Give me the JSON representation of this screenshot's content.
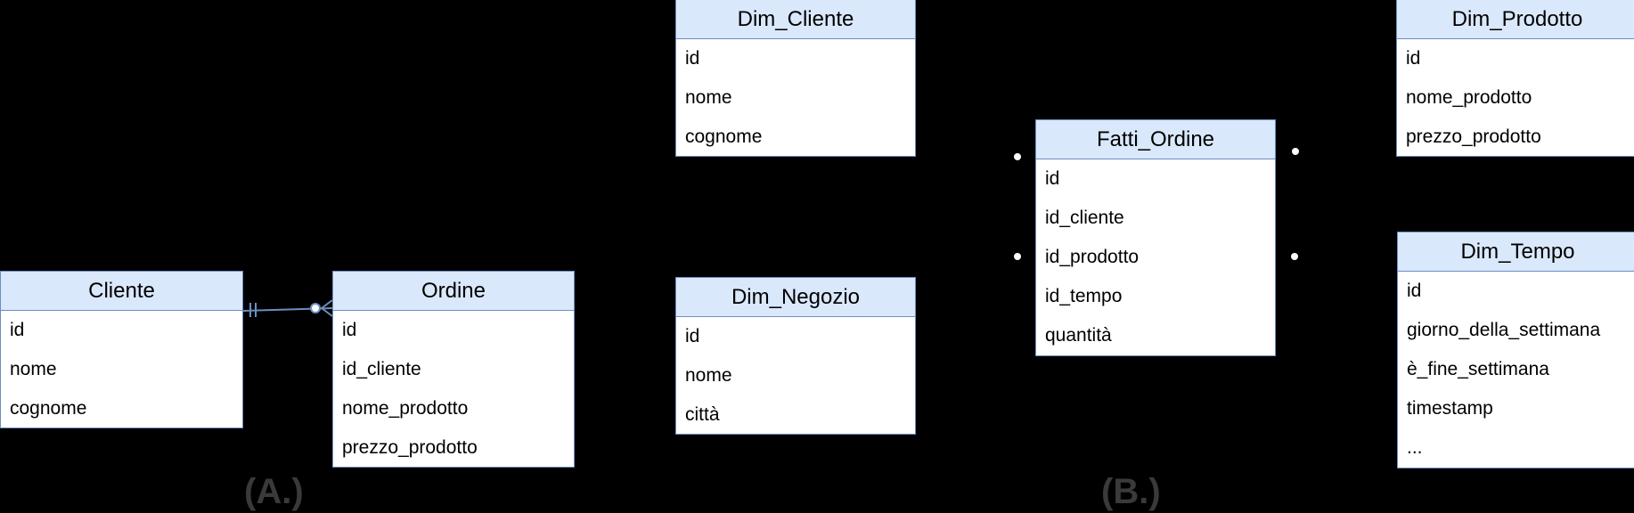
{
  "colors": {
    "background": "#000000",
    "header_fill": "#dae8fc",
    "border": "#6c8ebf",
    "body_fill": "#ffffff",
    "panel_label": "#3a3a3a"
  },
  "panels": {
    "a": "(A.)",
    "b": "(B.)"
  },
  "entities": {
    "cliente": {
      "title": "Cliente",
      "fields": [
        "id",
        "nome",
        "cognome"
      ]
    },
    "ordine": {
      "title": "Ordine",
      "fields": [
        "id",
        "id_cliente",
        "nome_prodotto",
        "prezzo_prodotto"
      ]
    },
    "dim_cliente": {
      "title": "Dim_Cliente",
      "fields": [
        "id",
        "nome",
        "cognome"
      ]
    },
    "dim_negozio": {
      "title": "Dim_Negozio",
      "fields": [
        "id",
        "nome",
        "città"
      ]
    },
    "fatti_ordine": {
      "title": "Fatti_Ordine",
      "fields": [
        "id",
        "id_cliente",
        "id_prodotto",
        "id_tempo",
        "quantità"
      ]
    },
    "dim_prodotto": {
      "title": "Dim_Prodotto",
      "fields": [
        "id",
        "nome_prodotto",
        "prezzo_prodotto"
      ]
    },
    "dim_tempo": {
      "title": "Dim_Tempo",
      "fields": [
        "id",
        "giorno_della_settimana",
        "è_fine_settimana",
        "timestamp",
        "..."
      ]
    }
  },
  "relationships": [
    {
      "from": "cliente",
      "to": "ordine",
      "from_cardinality": "one-and-only-one",
      "to_cardinality": "zero-or-many"
    }
  ]
}
